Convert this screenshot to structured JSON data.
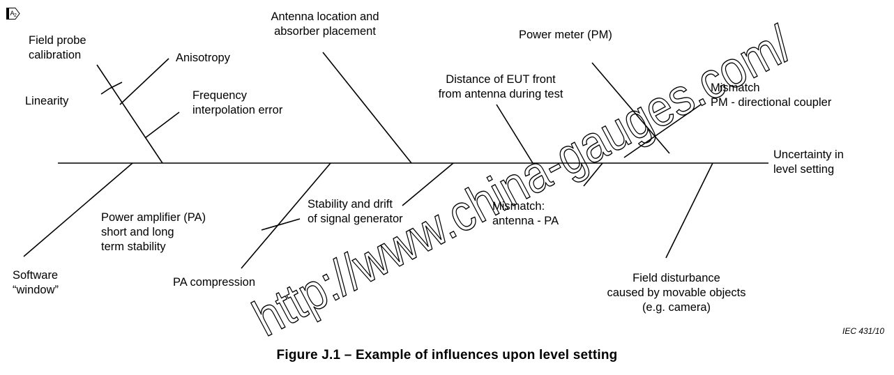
{
  "marker": "A2",
  "effect": [
    "Uncertainty in",
    "level setting"
  ],
  "causes": {
    "field_probe_calibration": [
      "Field probe",
      "calibration"
    ],
    "anisotropy": "Anisotropy",
    "linearity": "Linearity",
    "frequency_interpolation_error": [
      "Frequency",
      "interpolation error"
    ],
    "antenna_location": [
      "Antenna location and",
      "absorber placement"
    ],
    "distance_eut": [
      "Distance of EUT front",
      "from antenna during test"
    ],
    "power_meter": "Power meter (PM)",
    "mismatch_pm": [
      "Mismatch",
      "PM - directional coupler"
    ],
    "software_window": [
      "Software",
      "“window”"
    ],
    "pa_stability": [
      "Power amplifier (PA)",
      "short and long",
      "term stability"
    ],
    "pa_compression": "PA compression",
    "signal_generator": [
      "Stability and drift",
      "of signal generator"
    ],
    "mismatch_antenna_pa": [
      "Mismatch:",
      "antenna - PA"
    ],
    "field_disturbance": [
      "Field disturbance",
      "caused by movable objects",
      "(e.g. camera)"
    ]
  },
  "iec_code": "IEC   431/10",
  "caption": "Figure J.1 – Example of influences upon level setting",
  "watermark": "http://www.china-gauges.com/"
}
